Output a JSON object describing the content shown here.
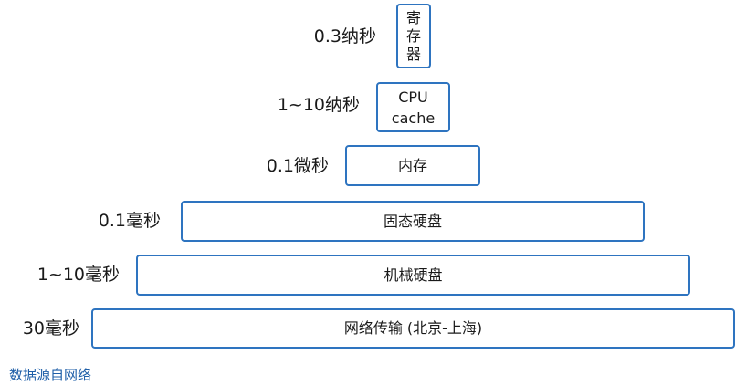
{
  "tiers": [
    {
      "label": "寄存器",
      "latency": "0.3纳秒"
    },
    {
      "label": "CPU\ncache",
      "latency": "1~10纳秒"
    },
    {
      "label": "内存",
      "latency": "0.1微秒"
    },
    {
      "label": "固态硬盘",
      "latency": "0.1毫秒"
    },
    {
      "label": "机械硬盘",
      "latency": "1~10毫秒"
    },
    {
      "label": "网络传输 (北京-上海)",
      "latency": "30毫秒"
    }
  ],
  "footnote": "数据源自网络",
  "colors": {
    "box_border": "#2e74c0",
    "footnote_text": "#1f5fa8"
  }
}
